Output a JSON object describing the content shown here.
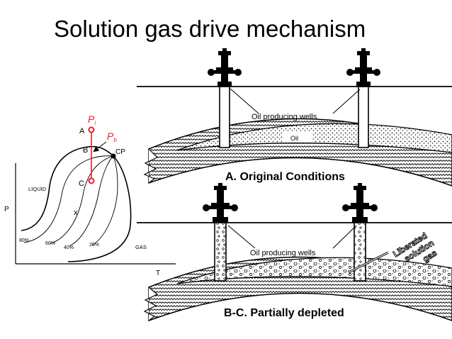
{
  "title": "Solution gas drive mechanism",
  "phase_diagram": {
    "axis_p": "P",
    "axis_t": "T",
    "region_liquid": "LIQUID",
    "region_gas": "GAS",
    "point_a": "A",
    "point_b": "B",
    "point_c": "C",
    "critical_point": "CP",
    "marker_x": "x",
    "pi_main": "P",
    "pi_sub": "i",
    "pb_main": "P",
    "pb_sub": "b",
    "quality_lines": [
      "80%",
      "60%",
      "40%",
      "20%"
    ]
  },
  "reservoir_top": {
    "wells_label": "Oil producing wells",
    "oil_label": "Oil",
    "caption": "A.  Original Conditions"
  },
  "reservoir_bottom": {
    "wells_label": "Oil producing wells",
    "gas_line1": "Liberated",
    "gas_line2": "solution",
    "gas_line3": "gas",
    "caption": "B-C.  Partially depleted"
  },
  "colors": {
    "pressure_path": "#e8202a",
    "ink": "#000000"
  }
}
